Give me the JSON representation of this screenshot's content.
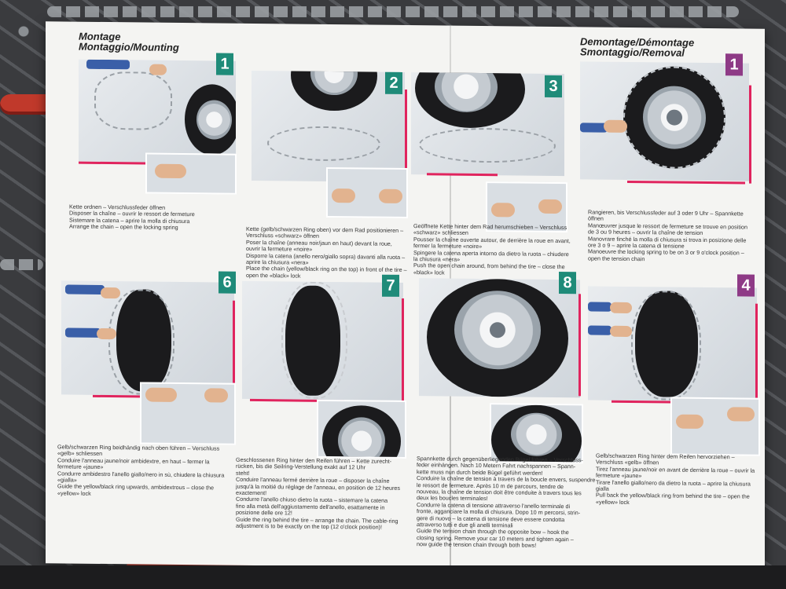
{
  "sections": {
    "mounting": {
      "title_line1": "Montage",
      "title_line2": "Montaggio/Mounting"
    },
    "removal": {
      "title_line1": "Demontage/Démontage",
      "title_line2": "Smontaggio/Removal"
    }
  },
  "steps": [
    {
      "num": "1",
      "lines": [
        "Kette ordnen – Verschlussfeder öffnen",
        "Disposer la chaîne – ouvrir le ressort de fermeture",
        "Sistemare la catena – aprire la molla di chiusura",
        "Arrange the chain – open the locking spring"
      ]
    },
    {
      "num": "2",
      "lines": [
        "Kette (gelb/schwarzen Ring oben) vor dem Rad positionieren –",
        "Verschluss «schwarz» öffnen",
        "Poser la chaîne (anneau noir/jaun en haut) devant la roue,",
        "ouvrir la fermeture «noire»",
        "Disporre la catena (anello nero/giallo sopra) davanti alla ruota –",
        "aprire la chiusura «nera»",
        "Place the chain (yellow/black ring on the top) in front of the tire –",
        "open the «black» lock"
      ]
    },
    {
      "num": "3",
      "lines": [
        "Geöffnete Kette hinter dem Rad herumschieben – Verschluss",
        "«schwarz» schliessen",
        "Pousser la chaîne ouverte autour, de derrière la roue en avant,",
        "fermer la fermeture «noire»",
        "Spingere la catena aperta intorno da dietro la ruota – chiudere",
        "la chiusura «nera»",
        "Push the open chain around, from behind the tire – close the",
        "«black» lock"
      ]
    },
    {
      "num": "6",
      "lines": [
        "Gelb/schwarzen Ring beidhändig nach oben führen – Verschluss",
        "«gelb» schliessen",
        "Conduire l'anneau jaune/noir ambidextre, en haut – fermer la",
        "fermeture «jaune»",
        "Condurre ambidestro l'anello giallo/nero in sù, chiudere la chiusura",
        "«gialla»",
        "Guide the yellow/black ring upwards, ambidextrous – close the",
        "«yellow» lock"
      ]
    },
    {
      "num": "7",
      "lines": [
        "Geschlossenen Ring hinter den Reifen führen – Kette zurecht-",
        "rücken, bis die Seilring-Verstellung exakt auf 12 Uhr",
        "steht!",
        "Conduire l'anneau fermé derrière la roue – disposer la chaîne",
        "jusqu'à la moitié du réglage de l'anneau, en position de 12 heures",
        "exactement!",
        "Condurre l'anello chiuso dietro la ruota – sistemare la catena",
        "fino alla metà dell'aggiustamento dell'anello, esattamente in",
        "posizione delle ore 12!",
        "Guide the ring behind the tire – arrange the chain. The cable-ring",
        "adjustment is to be exactly on the top (12 o'clock position)!"
      ]
    },
    {
      "num": "8",
      "lines": [
        "Spannkette durch gegenüberliegenden Bügel führen – Verschluss-",
        "feder einhängen. Nach 10 Metern Fahrt nachspannen – Spann-",
        "kette muss nun durch beide Bügel geführt werden!",
        "Conduire la chaîne de tension à travers de la boucle envers, suspendre",
        "le ressort de fermeture. Après 10 m de parcours, tendre de",
        "nouveau, la chaîne de tension doit être conduite à travers tous les",
        "deux les boucles terminales!",
        "Condurre la catena di tensione attraverso l'anello terminale di",
        "fronte, agganciare la molla di chiusura. Dopo 10 m percorsi, strin-",
        "gere di nuovo – la catena di tensione deve essere condotta",
        "attraverso tutti e due gli anelli terminali",
        "Guide the tension chain through the opposite bow – hook the",
        "closing spring. Remove your car 10 meters and tighten again –",
        "now guide the tension chain through both bows!"
      ]
    },
    {
      "num": "1",
      "lines": [
        "Rangieren, bis Verschlussfeder auf 3 oder 9 Uhr – Spannkette",
        "öffnen",
        "Manœuvrer jusque le ressort de fermeture se trouve en position",
        "de 3 ou 9 heures – ouvrir la chaîne de tension",
        "Manovrare finché la molla di chiusura si trova in posizione delle",
        "ore 3 o 9 – aprire la catena di tensione",
        "Manoeuvre the locking spring to be on 3 or 9 o'clock position –",
        "open the tension chain"
      ]
    },
    {
      "num": "4",
      "lines": [
        "Gelb/schwarzen Ring hinter dem Reifen hervorziehen –",
        "Verschluss «gelb» öffnen",
        "Tirez l'anneau jaune/noir en avant de derrière la roue – ouvrir la",
        "fermeture «jaune»",
        "Tirare l'anello giallo/nero da dietro la ruota – aprire la chiusura",
        "gialla",
        "Pull back the yellow/black ring from behind the tire – open the",
        "«yellow» lock"
      ]
    }
  ],
  "colors": {
    "teal": "#1f8b79",
    "purple": "#8e3a86",
    "pink": "#e0245e"
  }
}
